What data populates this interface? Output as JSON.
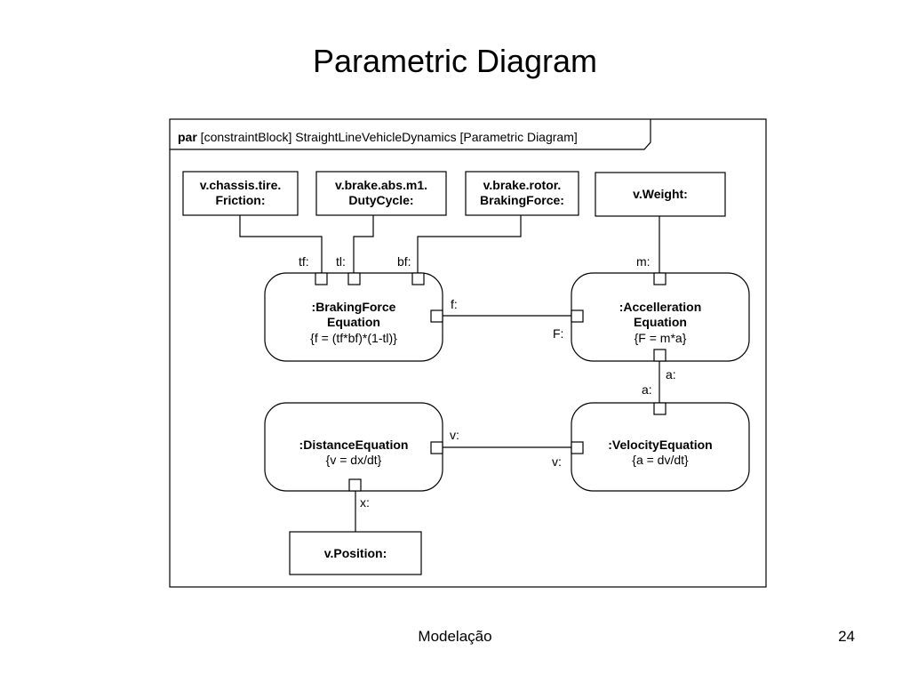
{
  "slide": {
    "title": "Parametric Diagram",
    "footer": "Modelação",
    "page_number": "24"
  },
  "diagram": {
    "frame_label_keyword": "par",
    "frame_label_rest": " [constraintBlock] StraightLineVehicleDynamics [Parametric Diagram]",
    "values": {
      "friction": [
        "v.chassis.tire.",
        "Friction:"
      ],
      "duty_cycle": [
        "v.brake.abs.m1.",
        "DutyCycle:"
      ],
      "braking_force": [
        "v.brake.rotor.",
        "BrakingForce:"
      ],
      "weight": "v.Weight:",
      "position": "v.Position:"
    },
    "constraints": {
      "braking": {
        "name": [
          ":BrakingForce",
          "Equation"
        ],
        "expr": "{f = (tf*bf)*(1-tl)}"
      },
      "accel": {
        "name": [
          ":Accelleration",
          "Equation"
        ],
        "expr": "{F = m*a}"
      },
      "distance": {
        "name": ":DistanceEquation",
        "expr": "{v = dx/dt}"
      },
      "velocity": {
        "name": ":VelocityEquation",
        "expr": "{a = dv/dt}"
      }
    },
    "ports": {
      "tf": "tf:",
      "tl": "tl:",
      "bf": "bf:",
      "f": "f:",
      "F": "F:",
      "m": "m:",
      "a_out": "a:",
      "a_in": "a:",
      "v_out": "v:",
      "v_in": "v:",
      "x": "x:"
    }
  }
}
